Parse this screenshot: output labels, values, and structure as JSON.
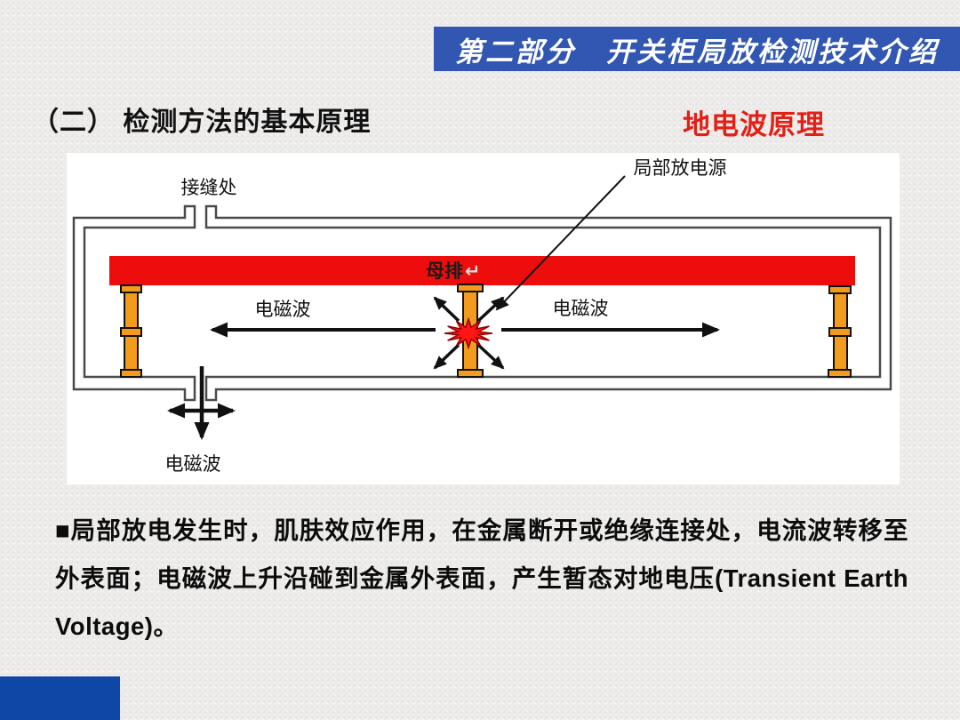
{
  "header": {
    "banner_text": "第二部分　开关柜局放检测技术介绍",
    "banner_color": "#3157b2"
  },
  "title": {
    "main": "（二） 检测方法的基本原理",
    "highlight": "地电波原理",
    "highlight_color": "#e32017"
  },
  "diagram": {
    "labels": {
      "seam": "接缝处",
      "pd_source": "局部放电源",
      "busbar": "母排",
      "busbar_return_mark": "↵",
      "em_wave_left": "电磁波",
      "em_wave_right": "电磁波",
      "em_wave_bottom": "电磁波"
    },
    "colors": {
      "busbar_red": "#ee0d0d",
      "insulator_orange": "#f29b1d",
      "discharge_red": "#ff1515",
      "wall_gray": "#4a4a4a"
    }
  },
  "body": {
    "paragraph": "■局部放电发生时，肌肤效应作用，在金属断开或绝缘连接处，电流波转移至外表面；电磁波上升沿碰到金属外表面，产生暂态对地电压(Transient Earth Voltage)。"
  },
  "footer": {
    "accent_color": "#0e47a6"
  }
}
